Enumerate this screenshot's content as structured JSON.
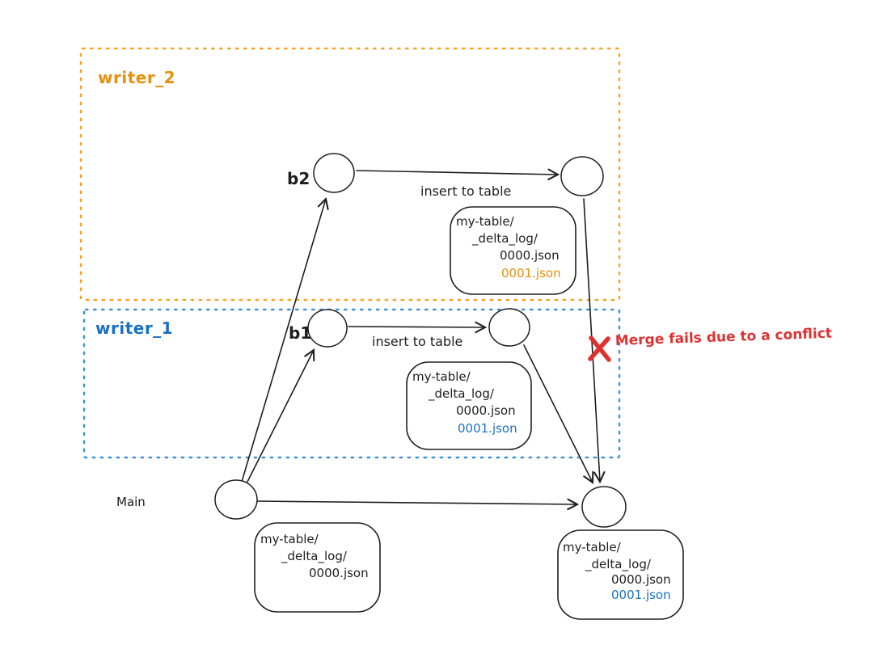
{
  "colors": {
    "stroke": "#1e1e1e",
    "orange": "#e8900c",
    "blue": "#1971c2",
    "red": "#e03131",
    "background": "#ffffff"
  },
  "lanes": {
    "writer2": {
      "label": "writer_2",
      "color": "#e8900c",
      "border_style": "dotted"
    },
    "writer1": {
      "label": "writer_1",
      "color": "#1971c2",
      "border_style": "dotted"
    }
  },
  "main_label": "Main",
  "branch_labels": {
    "b2": "b2",
    "b1": "b1"
  },
  "edge_labels": {
    "writer2_insert": "insert to table",
    "writer1_insert": "insert to table"
  },
  "conflict_note": "Merge fails due to a conflict",
  "file_boxes": {
    "writer2": {
      "lines": [
        "my-table/",
        "_delta_log/",
        "0000.json",
        "0001.json"
      ],
      "highlight_line": "0001.json",
      "highlight_color": "#e8900c"
    },
    "writer1": {
      "lines": [
        "my-table/",
        "_delta_log/",
        "0000.json",
        "0001.json"
      ],
      "highlight_line": "0001.json",
      "highlight_color": "#1971c2"
    },
    "main": {
      "lines": [
        "my-table/",
        "_delta_log/",
        "0000.json"
      ]
    },
    "merged": {
      "lines": [
        "my-table/",
        "_delta_log/",
        "0000.json",
        "0001.json"
      ],
      "highlight_line": "0001.json",
      "highlight_color": "#1971c2"
    }
  }
}
